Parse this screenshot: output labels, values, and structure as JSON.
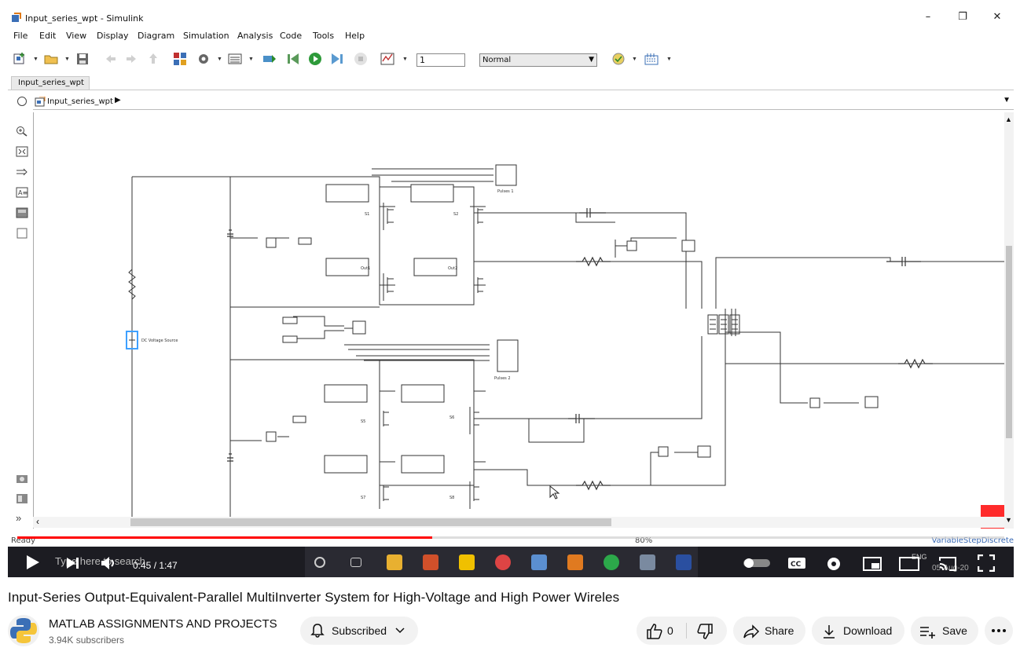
{
  "window": {
    "title": "Input_series_wpt - Simulink",
    "minimize_glyph": "–",
    "restore_glyph": "❐",
    "close_glyph": "✕"
  },
  "menu": [
    "File",
    "Edit",
    "View",
    "Display",
    "Diagram",
    "Simulation",
    "Analysis",
    "Code",
    "Tools",
    "Help"
  ],
  "toolbar": {
    "stop_time": "1",
    "sim_mode": "Normal"
  },
  "model_tab": "Input_series_wpt",
  "breadcrumb": "Input_series_wpt",
  "diagram": {
    "labels": {
      "dc_source": "DC Voltage Source",
      "s1": "S1",
      "s2": "S2",
      "s5": "S5",
      "s6": "S6",
      "s7": "S7",
      "s8": "S8",
      "out1": "Out1",
      "out2": "Out2",
      "scope1": "Pulses 1",
      "scope2": "Pulses 2"
    }
  },
  "status": {
    "ready": "Ready",
    "zoom": "80%",
    "solver": "VariableStepDiscrete"
  },
  "player": {
    "time": "0:45 / 1:47",
    "progress_fraction": 0.42,
    "taskbar_search": "Type here to search",
    "tray_date": "05-Aug-20",
    "tray_lang": "ENG"
  },
  "video": {
    "title": "Input-Series Output-Equivalent-Parallel MultiInverter System for High-Voltage and High Power Wireles",
    "channel": "MATLAB ASSIGNMENTS AND PROJECTS",
    "subscribers": "3.94K subscribers"
  },
  "actions": {
    "subscribe": "Subscribed",
    "likes": "0",
    "share": "Share",
    "download": "Download",
    "save": "Save"
  },
  "colors": {
    "progress_red": "#ff0000",
    "pill_bg": "#f2f2f2",
    "taskbar_bg": "#1c1c22"
  }
}
